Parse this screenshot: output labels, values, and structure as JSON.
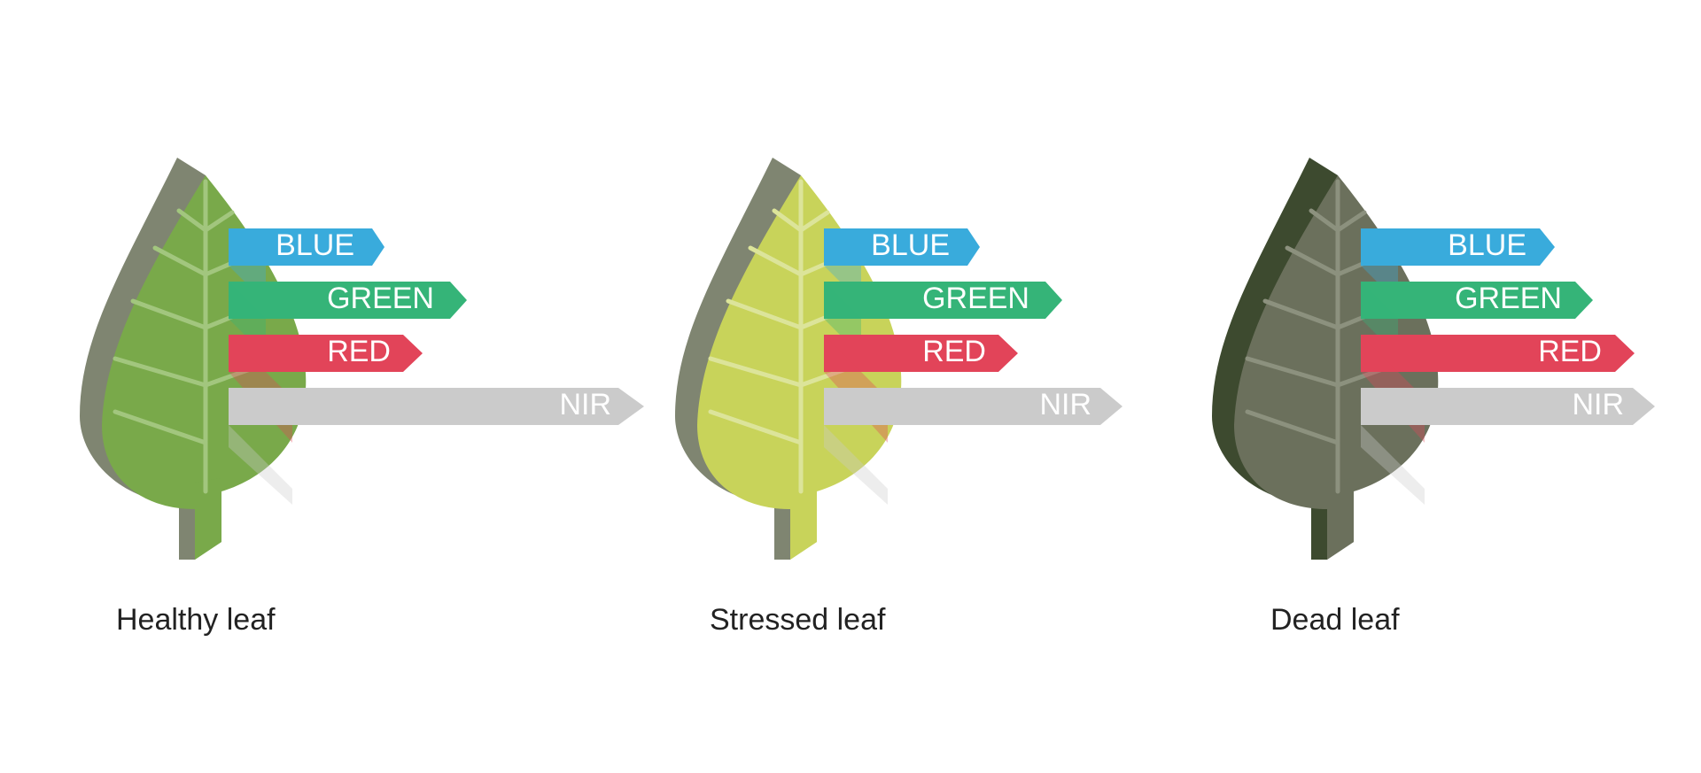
{
  "panels": [
    {
      "caption": "Healthy leaf",
      "leaf_colors": {
        "face": "#79A94A",
        "edge": "#7F8571",
        "vein": "#A2C67E"
      },
      "bands": [
        {
          "label": "BLUE",
          "color": "#39ABDC"
        },
        {
          "label": "GREEN",
          "color": "#35B478"
        },
        {
          "label": "RED",
          "color": "#E24459"
        },
        {
          "label": "NIR",
          "color": "#CBCBCB"
        }
      ]
    },
    {
      "caption": "Stressed leaf",
      "leaf_colors": {
        "face": "#C8D35A",
        "edge": "#7F8571",
        "vein": "#DCE49A"
      },
      "bands": [
        {
          "label": "BLUE",
          "color": "#39ABDC"
        },
        {
          "label": "GREEN",
          "color": "#35B478"
        },
        {
          "label": "RED",
          "color": "#E24459"
        },
        {
          "label": "NIR",
          "color": "#CBCBCB"
        }
      ]
    },
    {
      "caption": "Dead leaf",
      "leaf_colors": {
        "face": "#6B705C",
        "edge": "#3D4A2F",
        "vein": "#8C917E"
      },
      "bands": [
        {
          "label": "BLUE",
          "color": "#39ABDC"
        },
        {
          "label": "GREEN",
          "color": "#35B478"
        },
        {
          "label": "RED",
          "color": "#E24459"
        },
        {
          "label": "NIR",
          "color": "#CBCBCB"
        }
      ]
    }
  ]
}
